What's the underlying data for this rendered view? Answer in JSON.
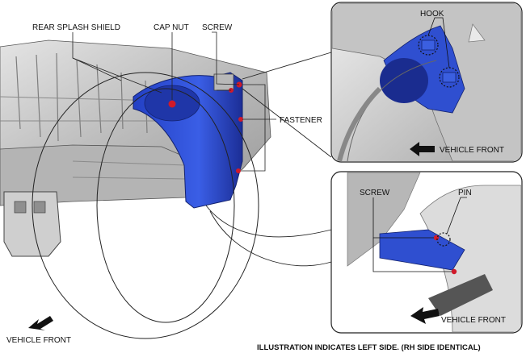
{
  "labels": {
    "rear_splash_shield": "REAR SPLASH SHIELD",
    "cap_nut": "CAP NUT",
    "screw": "SCREW",
    "fastener": "FASTENER",
    "hook": "HOOK",
    "pin": "PIN",
    "vehicle_front": "VEHICLE FRONT",
    "note": "ILLUSTRATION INDICATES LEFT SIDE. (RH SIDE IDENTICAL)"
  },
  "detail_top": {
    "title": "HOOK",
    "direction_label": "VEHICLE FRONT"
  },
  "detail_bottom": {
    "screw_label": "SCREW",
    "pin_label": "PIN",
    "direction_label": "VEHICLE FRONT"
  },
  "colors": {
    "shield_blue": "#2f4fd0",
    "shield_blue_dark": "#1d2f95",
    "marker_red": "#d01a2a",
    "body_gray": "#c9c9c9",
    "body_gray_dark": "#8f8f8f",
    "line": "#222222"
  }
}
